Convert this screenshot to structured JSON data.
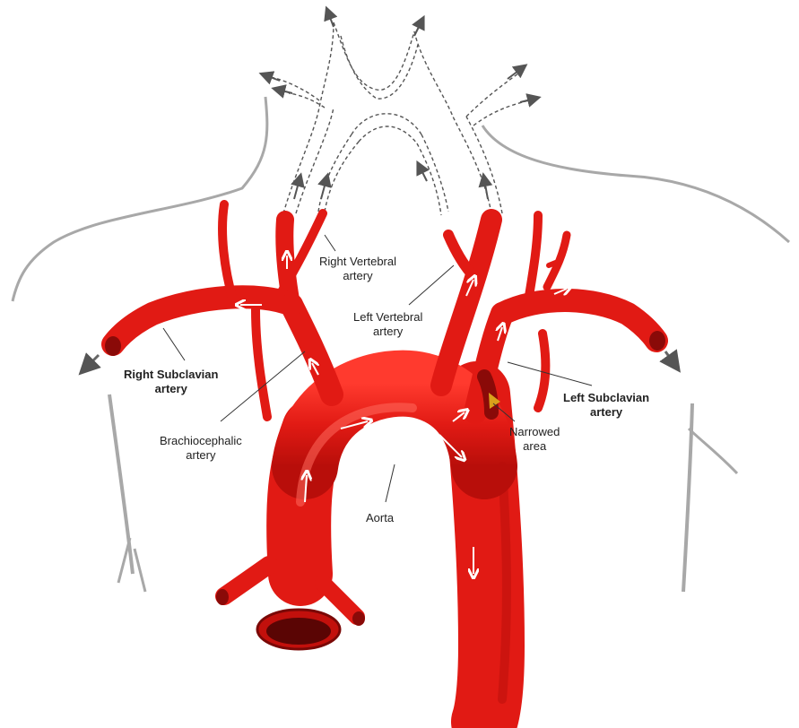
{
  "colors": {
    "artery": "#e11a14",
    "artery_dark": "#8a0a08",
    "artery_highlight": "#ff6a5c",
    "body_outline": "#a8a8a8",
    "dashed_vessel": "#555555",
    "leader_line": "#333333",
    "flow_arrow": "#ffffff",
    "exit_arrow": "#666666",
    "narrowed_area": "#d9a21b"
  },
  "labels": {
    "right_vertebral": {
      "line1": "Right Vertebral",
      "line2": "artery"
    },
    "left_vertebral": {
      "line1": "Left Vertebral",
      "line2": "artery"
    },
    "right_subclavian": {
      "line1": "Right Subclavian",
      "line2": "artery"
    },
    "left_subclavian": {
      "line1": "Left Subclavian",
      "line2": "artery"
    },
    "brachiocephalic": {
      "line1": "Brachiocephalic",
      "line2": "artery"
    },
    "narrowed_area": {
      "line1": "Narrowed",
      "line2": "area"
    },
    "aorta": {
      "line1": "Aorta"
    }
  }
}
